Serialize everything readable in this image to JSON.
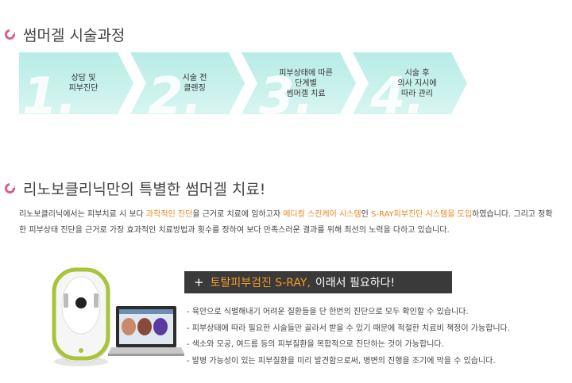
{
  "section1": {
    "title": "썸머겔 시술과정"
  },
  "steps": [
    {
      "number": "1.",
      "text": "상담 및\n피부진단"
    },
    {
      "number": "2.",
      "text": "시술 전\n클렌징"
    },
    {
      "number": "3.",
      "text": "피부상태에 따른\n단계별\n썸머겔 치료"
    },
    {
      "number": "4.",
      "text": "시술 후\n의사 지시에\n따라 관리"
    }
  ],
  "section2": {
    "title": "리노보클리닉만의 특별한 썸머겔 치료!"
  },
  "description": {
    "p1": "리노보클리닉에서는 피부치료 시 보다 ",
    "h1": "과학적인 진단",
    "p2": "을 근거로 치료에 임하고자 ",
    "h2": "메디컬 스킨케어 시스템",
    "p3": "인 ",
    "h3": "S-RAY피부진단 시스템을 도입",
    "p4": "하였습니다. 그리고 정확한 피부상태 진단을 근거로 가장 효과적인 치료방법과 횟수를 정하여 보다 만족스러운 결과를 위해 최선의 노력을 다하고 있습니다."
  },
  "banner": {
    "plus": "+",
    "highlight": "토탈피부검진 S-RAY,",
    "rest": "이래서 필요하다!"
  },
  "benefits": [
    "- 육안으로 식별해내기 어려운 질환들을 단 한번의 진단으로 모두 확인할 수 있습니다.",
    "- 피부상태에 따라 필요한 시술들만 골라서 받을 수 있기 때문에 적절한 치료비 책정이 가능합니다.",
    "- 색소와 모공, 여드름 등의 피부질환을 복합적으로 진단하는 것이 가능합니다.",
    "- 발병 가능성이 있는 피부질환을 미리 발견함으로써, 병변의 진행을 조기에 막을 수 있습니다."
  ],
  "colors": {
    "step_bg": "#c9f1ec",
    "accent_pink": "#d95f8a",
    "highlight_orange": "#e8891e",
    "banner_bg": "#3a3a3a",
    "device_green": "#a7c43a"
  },
  "icons": {
    "section_bullet": "pink-ring-icon"
  }
}
